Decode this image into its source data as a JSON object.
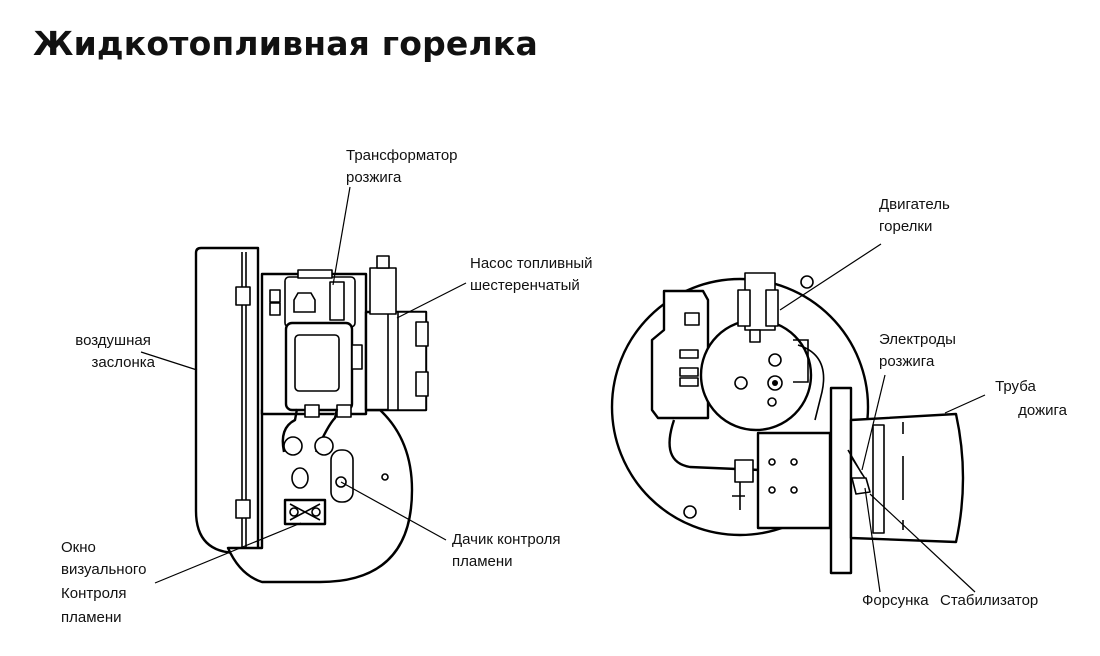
{
  "title": "Жидкотопливная горелка",
  "labels": {
    "transformer": [
      "Трансформатор",
      "розжига"
    ],
    "pump": [
      "Насос топливный",
      "шестеренчатый"
    ],
    "damper": [
      "воздушная",
      "заслонка"
    ],
    "sensor": [
      "Дачик контроля",
      "пламени"
    ],
    "window": [
      "Окно",
      "визуального",
      "Контроля",
      "пламени"
    ],
    "motor": [
      "Двигатель",
      "горелки"
    ],
    "electrodes": [
      "Электроды",
      "розжига"
    ],
    "tube": [
      "Труба",
      "дожига"
    ],
    "nozzle": "Форсунка",
    "stabilizer": "Стабилизатор"
  }
}
